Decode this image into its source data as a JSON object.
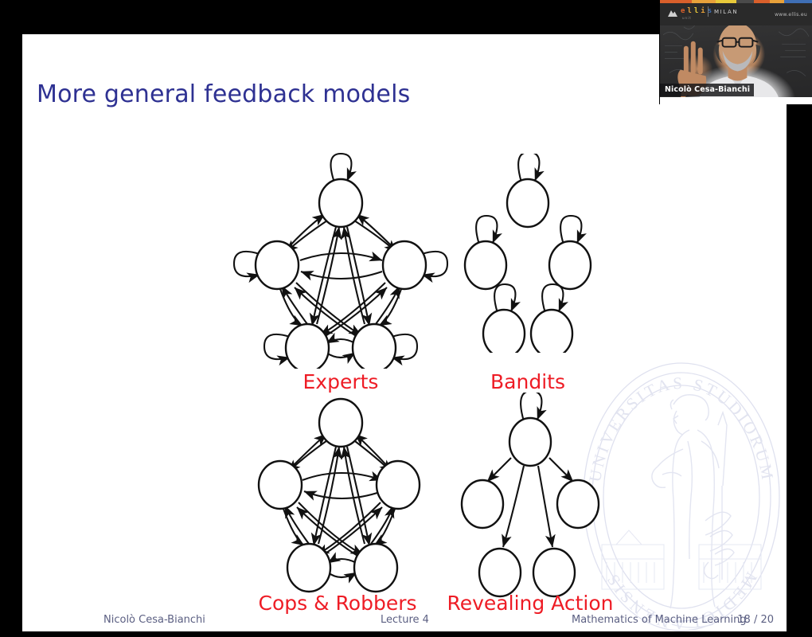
{
  "slide": {
    "title": "More general feedback models",
    "title_color": "#2e3192",
    "label_color": "#ee1c25",
    "background": "#ffffff"
  },
  "figures": [
    {
      "id": "experts",
      "label": "Experts",
      "graph_type": "complete-directed-with-self-loops",
      "node_count": 5,
      "self_loops": true,
      "description": "Pentagon of 5 nodes, every pair connected by arrows in both directions, each node has a self-loop"
    },
    {
      "id": "bandits",
      "label": "Bandits",
      "graph_type": "isolated-nodes-with-self-loops",
      "node_count": 5,
      "self_loops": true,
      "description": "Pentagon of 5 nodes with no connecting edges, each node has only a self-loop"
    },
    {
      "id": "cops-and-robbers",
      "label": "Cops & Robbers",
      "graph_type": "complete-directed-no-self-loops",
      "node_count": 5,
      "self_loops": false,
      "description": "Pentagon of 5 nodes, every pair connected by arrows in both directions, no self-loops"
    },
    {
      "id": "revealing-action",
      "label": "Revealing Action",
      "graph_type": "star-out-from-top-with-self-loop",
      "node_count": 5,
      "self_loops": true,
      "description": "Top node has a self-loop and directed edges out to the four other nodes"
    }
  ],
  "footer": {
    "author": "Nicolò Cesa-Bianchi",
    "lecture": "Lecture 4",
    "course": "Mathematics of Machine Learning",
    "page": "18 / 20",
    "color": "#5b5f82"
  },
  "watermark": {
    "outer_text_top": "UNIVERSITAS STUDIORUM",
    "outer_text_bottom": "MEDIOLANENSIS",
    "figure": "minerva-seal"
  },
  "webcam": {
    "speaker_name": "Nicolò Cesa-Bianchi",
    "banner": {
      "logo_letters": [
        {
          "ch": "e",
          "color": "#d95f2b"
        },
        {
          "ch": "l",
          "color": "#e8a13a"
        },
        {
          "ch": "l",
          "color": "#e8c93a"
        },
        {
          "ch": "i",
          "color": "#e8a13a"
        },
        {
          "ch": "s",
          "color": "#3f6fb5"
        }
      ],
      "subtitle": "unit",
      "city": "MILAN",
      "url": "www.ellis.eu",
      "stripe_colors": [
        "#d95f2b",
        "#e8a13a",
        "#e8c93a",
        "#4a4a4a",
        "#d95f2b",
        "#e8a13a",
        "#3f6fb5"
      ]
    }
  }
}
